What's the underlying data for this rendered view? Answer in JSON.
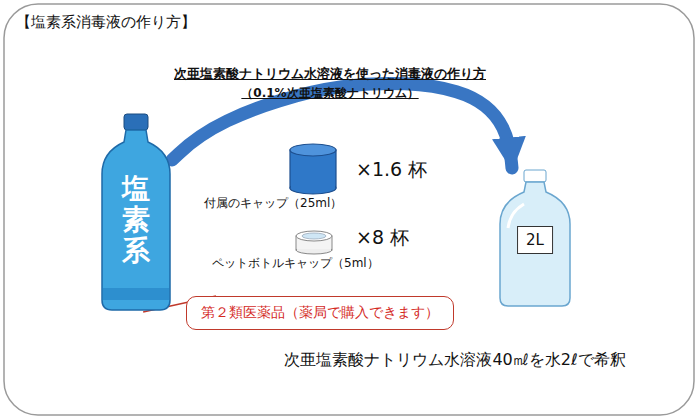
{
  "diagram": {
    "title": "【塩素系消毒液の作り方】",
    "caption": "次亜塩素酸ナトリウム水溶液40㎖を水2ℓで希釈",
    "nodes": [
      {
        "text": [
          "塩素系"
        ]
      },
      {
        "text": [
          "2L"
        ]
      },
      {
        "text": [
          "第２類医薬品（薬局で購入できます）"
        ]
      }
    ],
    "edges": [
      {
        "from": 0,
        "to": 1,
        "arrow": "to"
      },
      {
        "from": 2,
        "to": 0,
        "arrow": "none"
      }
    ],
    "labels": [
      "次亜塩素酸ナトリウム水溶液を使った消毒液の作り方",
      "（0.1%次亜塩素酸ナトリウム）",
      "×1.6 杯",
      "付属のキャップ（25ml）",
      "×8 杯",
      "ペットボトルキャップ（5ml）"
    ]
  }
}
